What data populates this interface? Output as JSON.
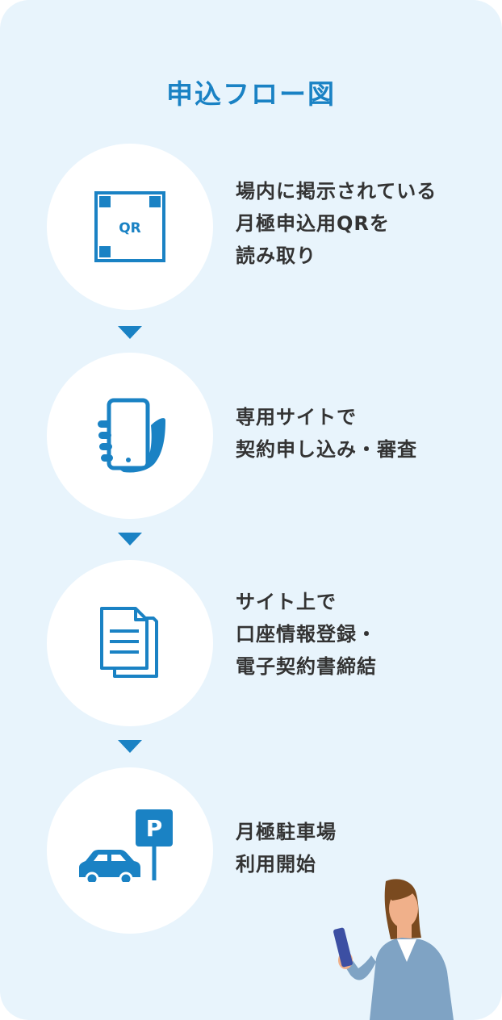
{
  "title": "申込フロー図",
  "colors": {
    "accent": "#1a82c4",
    "background": "#e8f4fc",
    "circle": "#ffffff",
    "text": "#333333",
    "icon": "#1a82c4"
  },
  "steps": [
    {
      "icon": "qr-code-icon",
      "lines": [
        "場内に掲示されている",
        "月極申込用QRを",
        "読み取り"
      ],
      "icon_label": "QR"
    },
    {
      "icon": "hand-smartphone-icon",
      "lines": [
        "専用サイトで",
        "契約申し込み・審査"
      ]
    },
    {
      "icon": "documents-icon",
      "lines": [
        "サイト上で",
        "口座情報登録・",
        "電子契約書締結"
      ]
    },
    {
      "icon": "car-parking-icon",
      "lines": [
        "月極駐車場",
        "利用開始"
      ],
      "icon_label": "P"
    }
  ],
  "decor": {
    "icon": "woman-with-smartphone-icon"
  }
}
